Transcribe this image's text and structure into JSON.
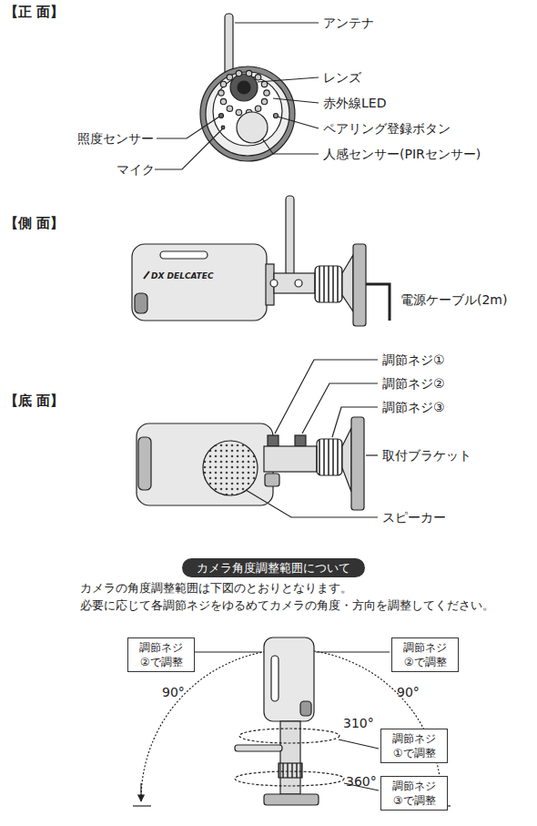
{
  "diagram": {
    "nodes": [
      {
        "text": [
          "カメラ角度調整範囲について"
        ]
      },
      {
        "text": [
          "調節ネジ ②で調整"
        ]
      },
      {
        "text": [
          "調節ネジ ②で調整"
        ]
      },
      {
        "text": [
          "調節ネジ ①で調整"
        ]
      },
      {
        "text": [
          "調節ネジ ③で調整"
        ]
      }
    ],
    "labels": [
      "【正 面】",
      "アンテナ",
      "レンズ",
      "赤外線LED",
      "ペアリング登録ボタン",
      "照度センサー",
      "マイク",
      "人感センサー(PIRセンサー)",
      "【側 面】",
      "DX DELCATEC",
      "電源ケーブル(2m)",
      "【底 面】",
      "調節ネジ①",
      "調節ネジ②",
      "調節ネジ③",
      "取付ブラケット",
      "スピーカー",
      "カメラの角度調整範囲は下図のとおりとなります。",
      "必要に応じて各調節ネジをゆるめてカメラの角度・方向を調整してください。",
      "90°",
      "90°",
      "310°",
      "360°"
    ]
  }
}
